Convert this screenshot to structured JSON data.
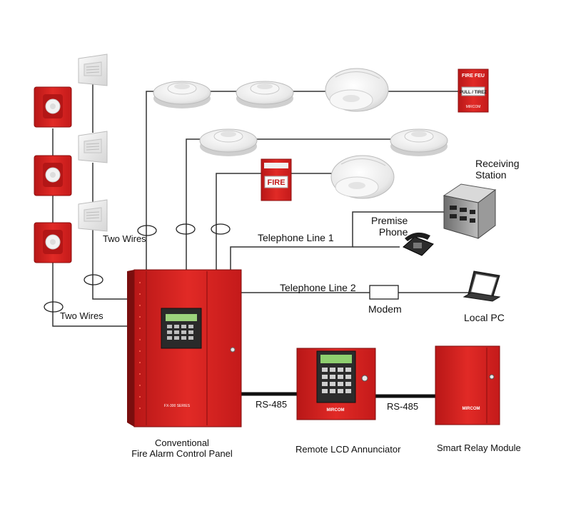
{
  "labels": {
    "two_wires_upper": "Two Wires",
    "two_wires_lower": "Two Wires",
    "telephone_line_1": "Telephone Line 1",
    "telephone_line_2": "Telephone Line 2",
    "receiving_station_line1": "Receiving",
    "receiving_station_line2": "Station",
    "premise_phone_line1": "Premise",
    "premise_phone_line2": "Phone",
    "modem": "Modem",
    "local_pc": "Local PC",
    "rs485_left": "RS-485",
    "rs485_right": "RS-485",
    "control_panel_line1": "Conventional",
    "control_panel_line2": "Fire Alarm Control Panel",
    "annunciator": "Remote LCD Annunciator",
    "relay_module": "Smart Relay Module"
  },
  "devices": {
    "pull_station_upper_text": "FIRE FEU",
    "pull_station_upper_sub": "PULL / TIREZ",
    "pull_station_lower_text": "FIRE",
    "panel_brand": "FX-300 SERIES",
    "maker_logo": "MIRCOM"
  },
  "colors": {
    "panel_red": "#d8201f",
    "panel_dark": "#9a1414",
    "wire": "#333333",
    "bus": "#111111",
    "detector": "#eeeeee",
    "horn_white": "#f2f2f2"
  }
}
